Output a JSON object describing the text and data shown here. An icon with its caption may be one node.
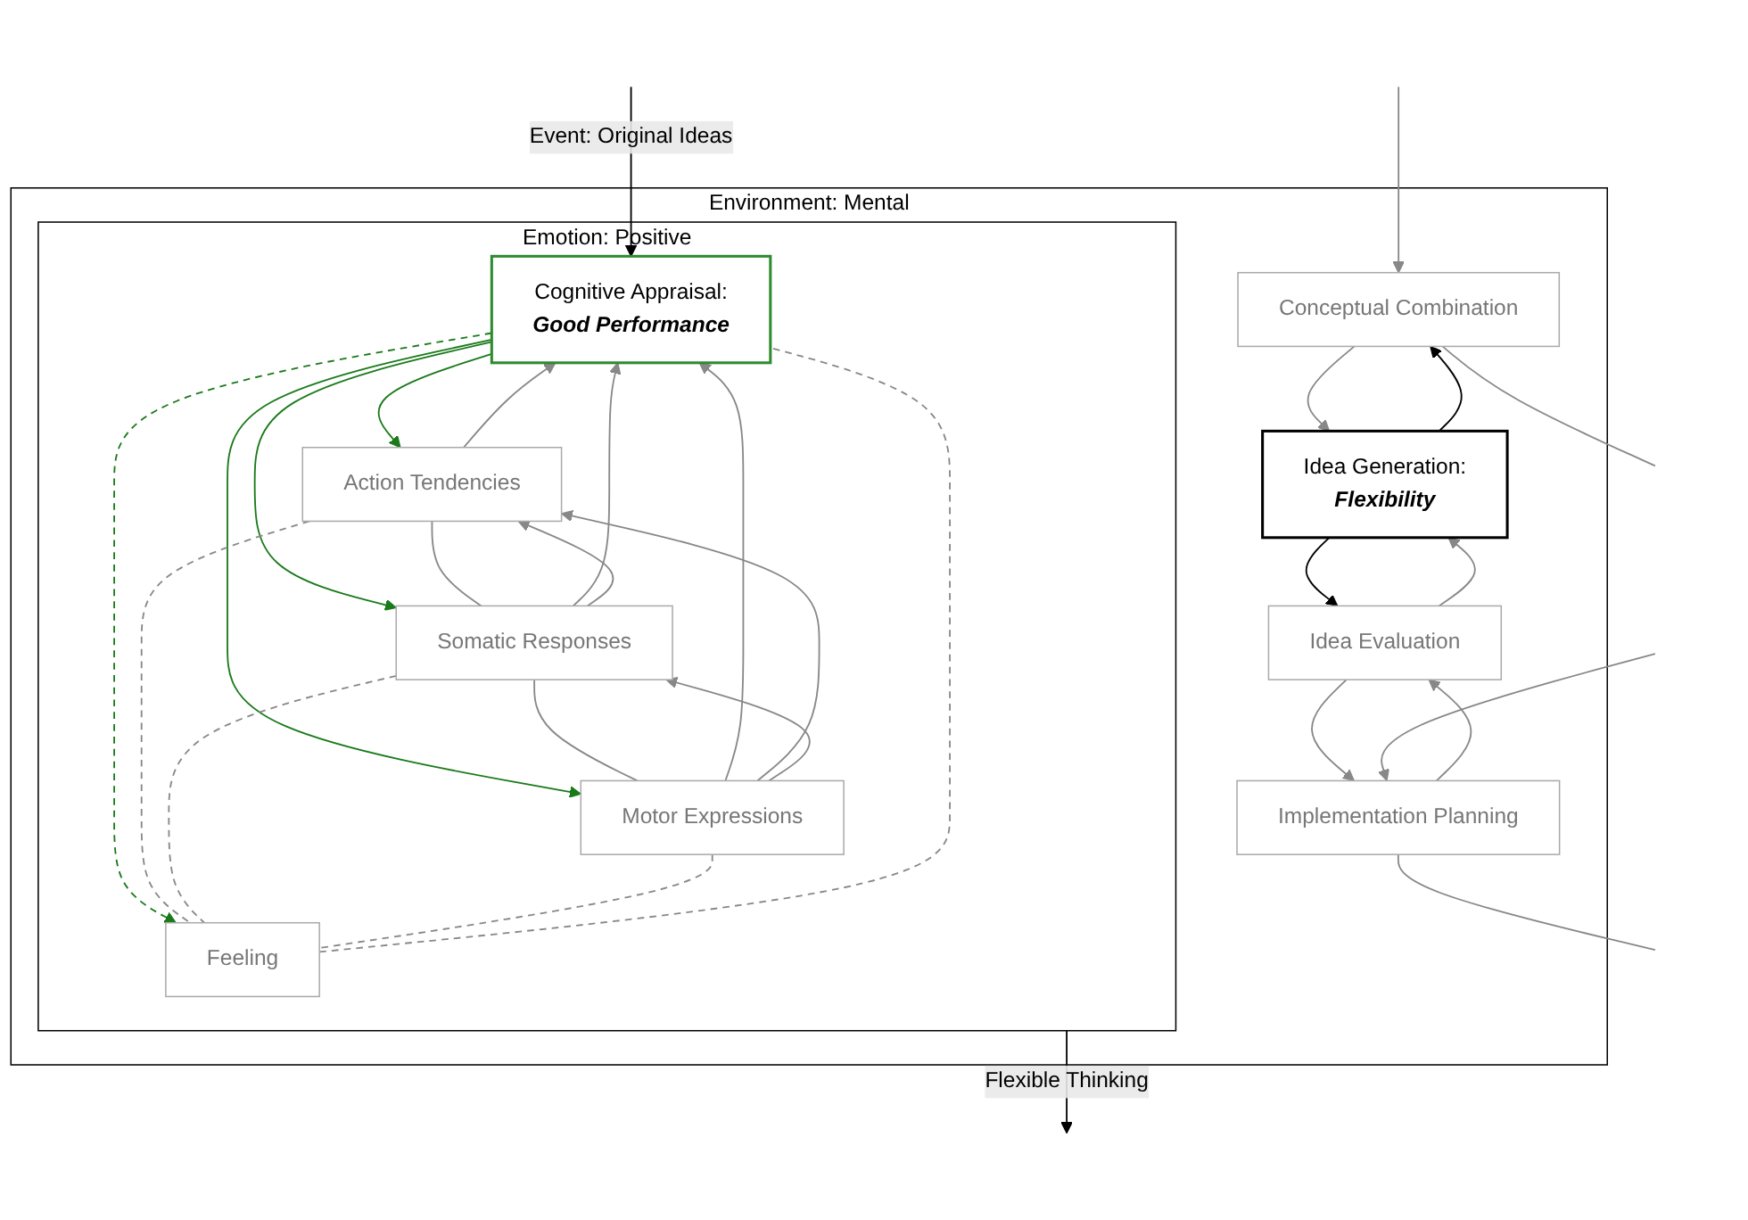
{
  "diagram": {
    "nodes": [
      {
        "text": [
          "Environment: Mental"
        ]
      },
      {
        "text": [
          "Emotion: Positive"
        ],
        "in": 0
      },
      {
        "text": [
          "Cognitive Appraisal:",
          "Good Performance"
        ],
        "in": 1
      },
      {
        "text": [
          "Action Tendencies"
        ],
        "in": 1
      },
      {
        "text": [
          "Somatic Responses"
        ],
        "in": 1
      },
      {
        "text": [
          "Motor Expressions"
        ],
        "in": 1
      },
      {
        "text": [
          "Feeling"
        ],
        "in": 1
      },
      {
        "text": [
          "Conceptual Combination"
        ],
        "in": 0
      },
      {
        "text": [
          "Idea Generation:",
          "Flexibility"
        ],
        "in": 0
      },
      {
        "text": [
          "Idea Evaluation"
        ],
        "in": 0
      },
      {
        "text": [
          "Implementation Planning"
        ],
        "in": 0
      }
    ],
    "edges": [
      {
        "from": null,
        "to": 2,
        "arrow": "to",
        "label": "Event: Original Ideas",
        "color": "#000000"
      },
      {
        "from": 1,
        "to": null,
        "arrow": "to",
        "label": "Flexible Thinking",
        "color": "#000000"
      },
      {
        "from": 2,
        "to": 3,
        "arrow": "to",
        "color": "#1a7a1a"
      },
      {
        "from": 2,
        "to": 4,
        "arrow": "to",
        "color": "#1a7a1a"
      },
      {
        "from": 2,
        "to": 5,
        "arrow": "to",
        "color": "#1a7a1a"
      },
      {
        "from": 2,
        "to": 6,
        "arrow": "to",
        "style": "dashed",
        "color": "#1a7a1a"
      },
      {
        "from": 3,
        "to": 4,
        "arrow": "none"
      },
      {
        "from": 4,
        "to": 5,
        "arrow": "none"
      },
      {
        "from": 3,
        "to": 6,
        "arrow": "none",
        "style": "dashed"
      },
      {
        "from": 4,
        "to": 6,
        "arrow": "none",
        "style": "dashed"
      },
      {
        "from": 5,
        "to": 6,
        "arrow": "none",
        "style": "dashed"
      },
      {
        "from": 3,
        "to": 2,
        "arrow": "to"
      },
      {
        "from": 4,
        "to": 2,
        "arrow": "to"
      },
      {
        "from": 5,
        "to": 2,
        "arrow": "to"
      },
      {
        "from": 6,
        "to": 2,
        "arrow": "none",
        "style": "dashed"
      },
      {
        "from": 4,
        "to": 3,
        "arrow": "to"
      },
      {
        "from": 5,
        "to": 3,
        "arrow": "to"
      },
      {
        "from": 5,
        "to": 4,
        "arrow": "to"
      },
      {
        "from": null,
        "to": 7,
        "arrow": "to"
      },
      {
        "from": 7,
        "to": 8,
        "arrow": "to"
      },
      {
        "from": 8,
        "to": 9,
        "arrow": "to",
        "color": "#000000"
      },
      {
        "from": 9,
        "to": 10,
        "arrow": "to"
      },
      {
        "from": 10,
        "to": null,
        "arrow": "none"
      },
      {
        "from": 8,
        "to": 7,
        "arrow": "to",
        "color": "#000000"
      },
      {
        "from": 9,
        "to": 8,
        "arrow": "to"
      },
      {
        "from": 10,
        "to": 9,
        "arrow": "to"
      },
      {
        "from": null,
        "to": 10,
        "arrow": "to"
      },
      {
        "from": 7,
        "to": null,
        "arrow": "none"
      }
    ]
  }
}
